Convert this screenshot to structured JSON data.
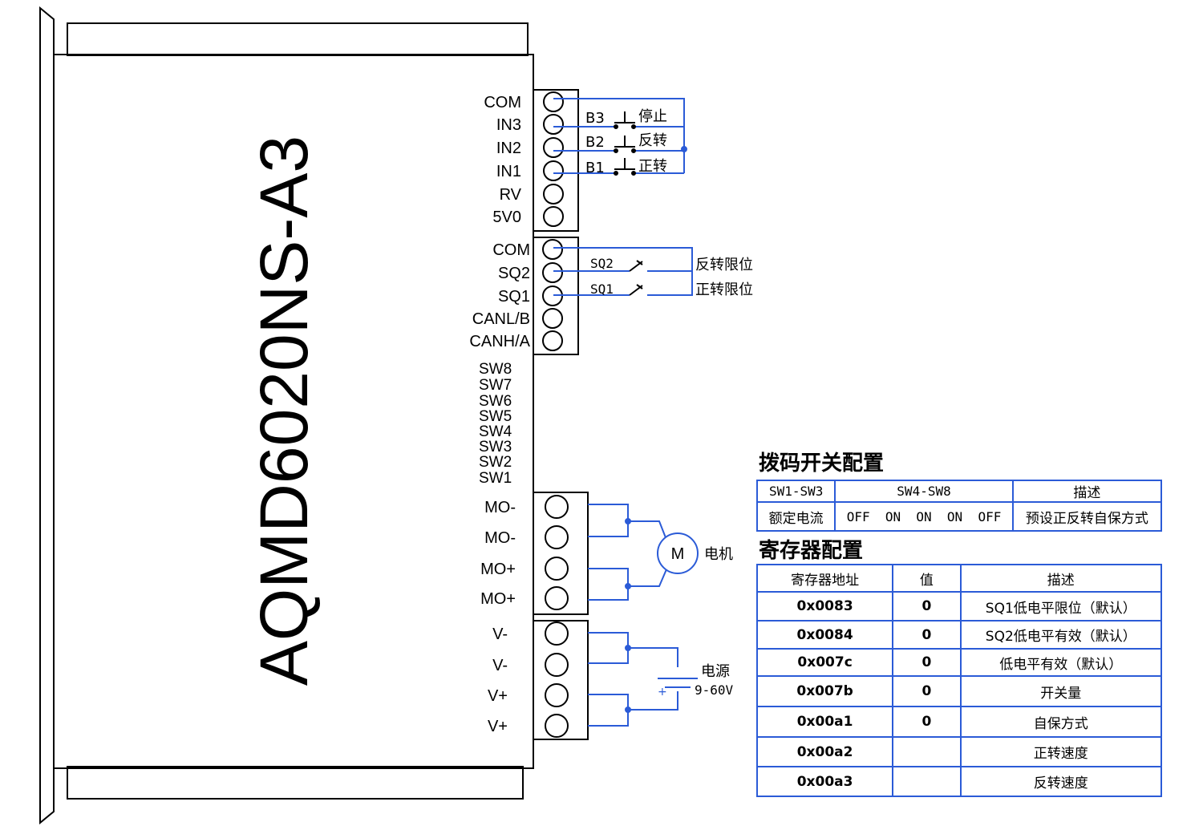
{
  "device": {
    "model": "AQMD6020NS-A3"
  },
  "pins": {
    "control_block": [
      "COM",
      "IN3",
      "IN2",
      "IN1",
      "RV",
      "5V0"
    ],
    "limit_block": [
      "COM",
      "SQ2",
      "SQ1",
      "CANL/B",
      "CANH/A"
    ],
    "dip_switches": [
      "SW8",
      "SW7",
      "SW6",
      "SW5",
      "SW4",
      "SW3",
      "SW2",
      "SW1"
    ],
    "motor_block": [
      "MO-",
      "MO-",
      "MO+",
      "MO+"
    ],
    "power_block": [
      "V-",
      "V-",
      "V+",
      "V+"
    ]
  },
  "buttons": [
    {
      "id": "B3",
      "label": "停止"
    },
    {
      "id": "B2",
      "label": "反转"
    },
    {
      "id": "B1",
      "label": "正转"
    }
  ],
  "limit_switches": [
    {
      "id": "SQ2",
      "label": "反转限位"
    },
    {
      "id": "SQ1",
      "label": "正转限位"
    }
  ],
  "motor": {
    "symbol": "M",
    "label": "电机"
  },
  "power": {
    "label": "电源",
    "voltage": "9-60V",
    "plus_sign": "+"
  },
  "dip_config": {
    "title": "拨码开关配置",
    "headers": [
      "SW1-SW3",
      "SW4-SW8",
      "描述"
    ],
    "rows": [
      [
        "额定电流",
        "OFF  ON  ON  ON  OFF",
        "预设正反转自保方式"
      ]
    ]
  },
  "register_config": {
    "title": "寄存器配置",
    "headers": [
      "寄存器地址",
      "值",
      "描述"
    ],
    "rows": [
      [
        "0x0083",
        "0",
        "SQ1低电平限位（默认）"
      ],
      [
        "0x0084",
        "0",
        "SQ2低电平有效（默认）"
      ],
      [
        "0x007c",
        "0",
        "低电平有效（默认）"
      ],
      [
        "0x007b",
        "0",
        "开关量"
      ],
      [
        "0x00a1",
        "0",
        "自保方式"
      ],
      [
        "0x00a2",
        "",
        "正转速度"
      ],
      [
        "0x00a3",
        "",
        "反转速度"
      ]
    ]
  },
  "colors": {
    "wire": "#2b5bd7",
    "outline": "#000000"
  }
}
